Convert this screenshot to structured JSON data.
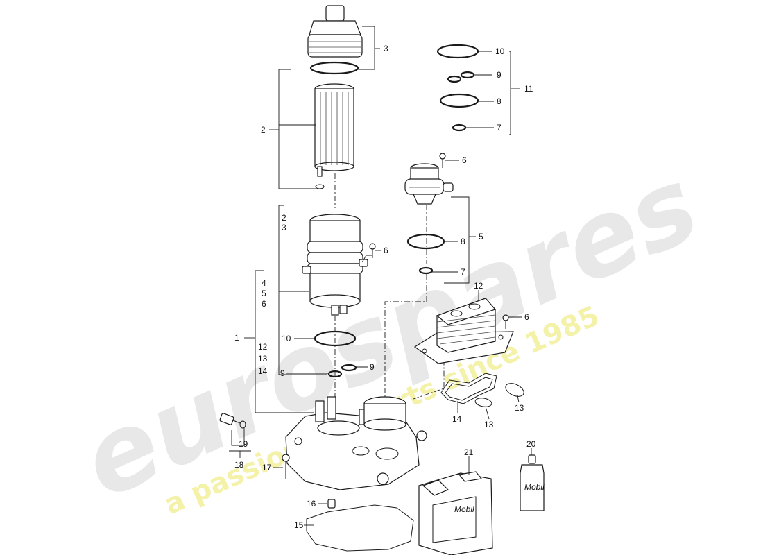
{
  "watermark": {
    "brand": "eurospares",
    "tagline": "a passion for parts since 1985",
    "brand_color": "#e6e6e6",
    "tagline_color": "#f3f0a8"
  },
  "callouts": {
    "c1": "1",
    "c2_top": "2",
    "c2_mid": "2",
    "c3_top": "3",
    "c3_mid": "3",
    "c4": "4",
    "c5_mid": "5",
    "c5_right": "5",
    "c6_mid": "6",
    "c6_housing": "6",
    "c6_sep": "6",
    "c6_cooler": "6",
    "c7_top": "7",
    "c7_mid": "7",
    "c8_top": "8",
    "c8_mid": "8",
    "c9_top": "9",
    "c9_left": "9",
    "c9_right": "9",
    "c10_top": "10",
    "c10_mid": "10",
    "c11": "11",
    "c12_list": "12",
    "c12_cooler": "12",
    "c13_list": "13",
    "c13_a": "13",
    "c13_b": "13",
    "c14_list": "14",
    "c14_gasket": "14",
    "c15": "15",
    "c16": "16",
    "c17": "17",
    "c18": "18",
    "c19": "19",
    "c20": "20",
    "c21": "21"
  },
  "product_labels": {
    "canister_brand": "Mobil",
    "bottle_brand": "Mobil"
  }
}
